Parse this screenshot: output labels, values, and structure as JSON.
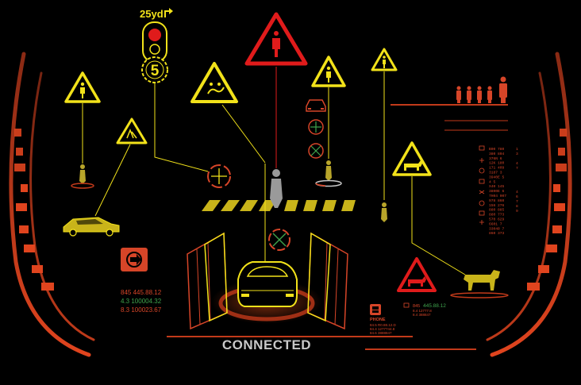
{
  "navigation": {
    "distance_label": "25yd",
    "turn_icon": "turn-right-arrow-icon",
    "speed_value": "5"
  },
  "status": {
    "connection_label": "CONNECTED"
  },
  "readouts": {
    "left_lines": [
      "845 445.88.12",
      "4.3 100004.32",
      "8.3 100023.67"
    ],
    "left_colors": [
      "#d64528",
      "#3fa34d",
      "#d64528"
    ],
    "right_value": "445.88.12",
    "right_prefix": "845"
  },
  "phone_panel": {
    "label": "PHONE",
    "sub_lines": [
      "84.5 R0.88.12.D",
      "84.4 1277744.8",
      "84.6 3888847"
    ]
  },
  "data_list": {
    "rows": [
      "B00 780",
      "380 804",
      "376N 6",
      "12K 180",
      "171 409",
      "3187 3",
      "3940E 5",
      "4 5",
      "X40 145",
      "3800E 6",
      "7H04 007",
      "978 860",
      "156 276",
      "880 885",
      "880 773",
      "570 629",
      "6601 7",
      "3304R 7",
      "860 373"
    ]
  },
  "icons": {
    "traffic_light": "traffic-light-icon",
    "pedestrian_warning": "pedestrian-warning-sign-icon",
    "crossing_warning": "children-crossing-sign-icon",
    "slippery_warning": "slippery-road-sign-icon",
    "animal_warning": "cattle-warning-sign-icon",
    "alert_badge": "navigation-alert-icon"
  },
  "colors": {
    "background": "#000000",
    "accent_yellow": "#f2e21a",
    "accent_red": "#e01b1b",
    "accent_orange": "#d64528",
    "accent_green": "#3fa34d",
    "text_grey": "#c8c8c8"
  }
}
